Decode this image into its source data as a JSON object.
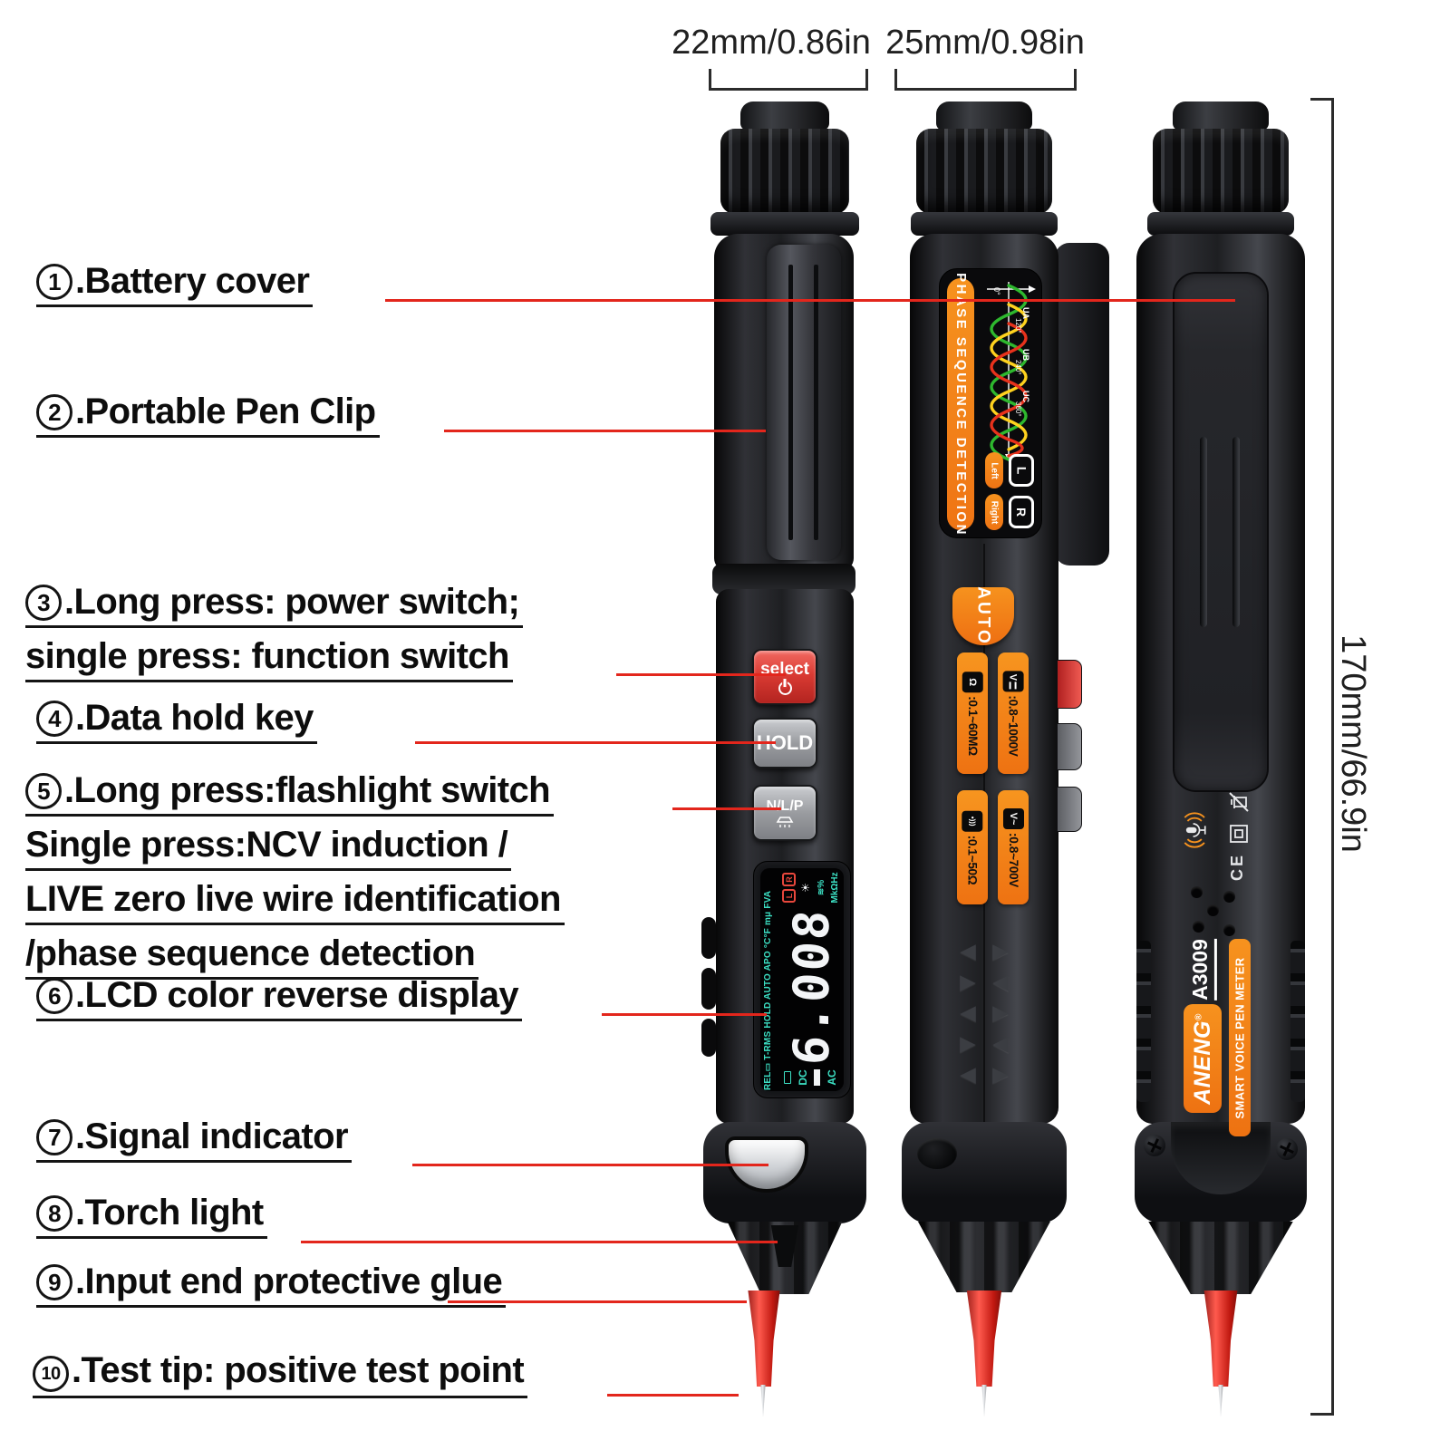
{
  "colors": {
    "accent_orange": "#f07a18",
    "leader_red": "#e3261c",
    "select_button_red": "#da3b33",
    "lcd_teal": "#3ce0c4",
    "lcd_lr_red": "#e8473c",
    "wave_green": "#2eb82e",
    "wave_yellow": "#ffd21e",
    "wave_red": "#e8321c",
    "pen_body": "#1e1f22"
  },
  "dimensions": {
    "left_pen_width": "22mm/0.86in",
    "middle_pen_width": "25mm/0.98in",
    "pen_length": "170mm/66.9in"
  },
  "annotations": [
    {
      "num": "1",
      "lines": [
        ".Battery cover"
      ]
    },
    {
      "num": "2",
      "lines": [
        ".Portable Pen Clip"
      ]
    },
    {
      "num": "3",
      "lines": [
        ".Long press: power switch;",
        "single press: function switch"
      ]
    },
    {
      "num": "4",
      "lines": [
        ".Data hold key"
      ]
    },
    {
      "num": "5",
      "lines": [
        ".Long press:flashlight switch",
        "Single press:NCV induction /",
        "LIVE zero live wire identification",
        "/phase sequence detection"
      ]
    },
    {
      "num": "6",
      "lines": [
        ".LCD color reverse display"
      ]
    },
    {
      "num": "7",
      "lines": [
        ".Signal indicator"
      ]
    },
    {
      "num": "8",
      "lines": [
        ".Torch light"
      ]
    },
    {
      "num": "9",
      "lines": [
        ".Input end protective glue"
      ]
    },
    {
      "num": "10",
      "lines": [
        ".Test tip: positive test point"
      ]
    }
  ],
  "front_pen": {
    "select_label": "select",
    "hold_label": "HOLD",
    "nlp_label": "N/L/P",
    "lcd": {
      "status": "REL▭ T-RMS HOLD AUTO APO °C°F mμ FVA",
      "digits": "6.008",
      "l": "L",
      "r": "R",
      "sun": "☀",
      "percent": "≋%",
      "units": "MkΩHz",
      "dc": "DC",
      "ac": "AC"
    }
  },
  "middle_pen": {
    "phase_title": "PHASE SEQUENCE DETECTION",
    "wave_labels": {
      "zero": "0°",
      "ua": "UA",
      "deg120": "120°",
      "ub": "UB",
      "deg240": "240°",
      "uc": "UC",
      "deg360": "360°"
    },
    "left": "Left",
    "right": "Right",
    "l": "L",
    "r": "R",
    "auto": "AUTO",
    "specs": [
      {
        "icon": "Ω",
        "range": ":0.1~60MΩ"
      },
      {
        "icon": "V",
        "range": ":0.8~1000V"
      },
      {
        "icon": "•)))",
        "range": ":0.1~50Ω"
      },
      {
        "icon": "V~",
        "range": ":0.8~700V"
      }
    ]
  },
  "back_pen": {
    "model": "A3009",
    "brand": "ANENG",
    "reg": "®",
    "tagline": "SMART VOICE PEN METER",
    "ce": "CE"
  }
}
